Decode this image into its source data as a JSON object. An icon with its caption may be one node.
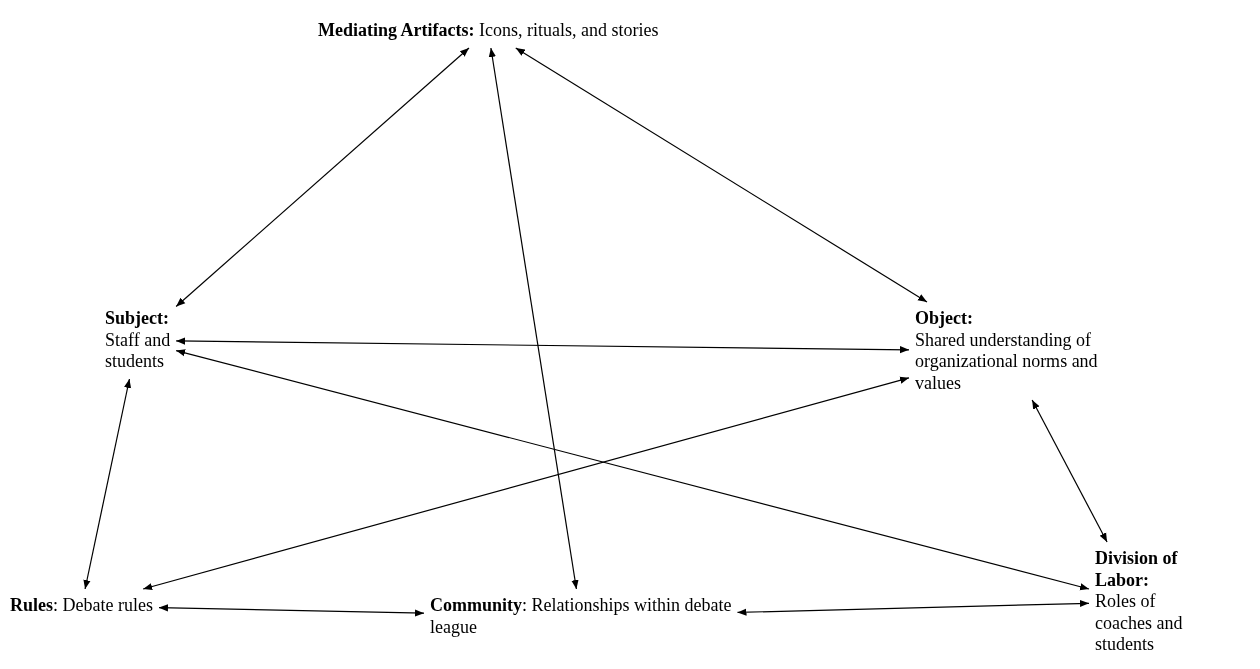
{
  "diagram": {
    "nodes": [
      {
        "text": [
          "**Mediating Artifacts:** Icons, rituals, and stories"
        ]
      },
      {
        "text": [
          "Subject:",
          "Staff and students"
        ]
      },
      {
        "text": [
          "Object:",
          "Shared understanding of organizational norms and values"
        ]
      },
      {
        "text": [
          "**Rules**: Debate rules"
        ]
      },
      {
        "text": [
          "**Community**: Relationships within debate league"
        ]
      },
      {
        "text": [
          "Division of Labor:",
          "Roles of coaches and students"
        ]
      }
    ],
    "edges": [
      {
        "from": 0,
        "to": 1,
        "arrow": "both"
      },
      {
        "from": 0,
        "to": 2,
        "arrow": "both"
      },
      {
        "from": 0,
        "to": 4,
        "arrow": "both"
      },
      {
        "from": 1,
        "to": 2,
        "arrow": "both"
      },
      {
        "from": 1,
        "to": 3,
        "arrow": "both"
      },
      {
        "from": 1,
        "to": 5,
        "arrow": "both"
      },
      {
        "from": 2,
        "to": 3,
        "arrow": "both"
      },
      {
        "from": 2,
        "to": 5,
        "arrow": "both"
      },
      {
        "from": 3,
        "to": 4,
        "arrow": "both"
      },
      {
        "from": 4,
        "to": 5,
        "arrow": "both"
      }
    ]
  }
}
